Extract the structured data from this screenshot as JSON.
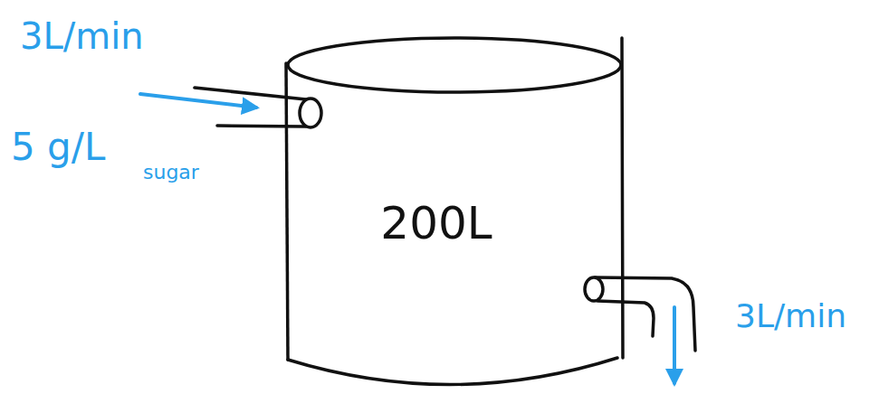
{
  "diagram": {
    "nodes": [
      {
        "text": [
          "200L"
        ]
      }
    ],
    "labels": [
      "3L/min",
      "5 g/L",
      "sugar",
      "3L/min"
    ]
  }
}
